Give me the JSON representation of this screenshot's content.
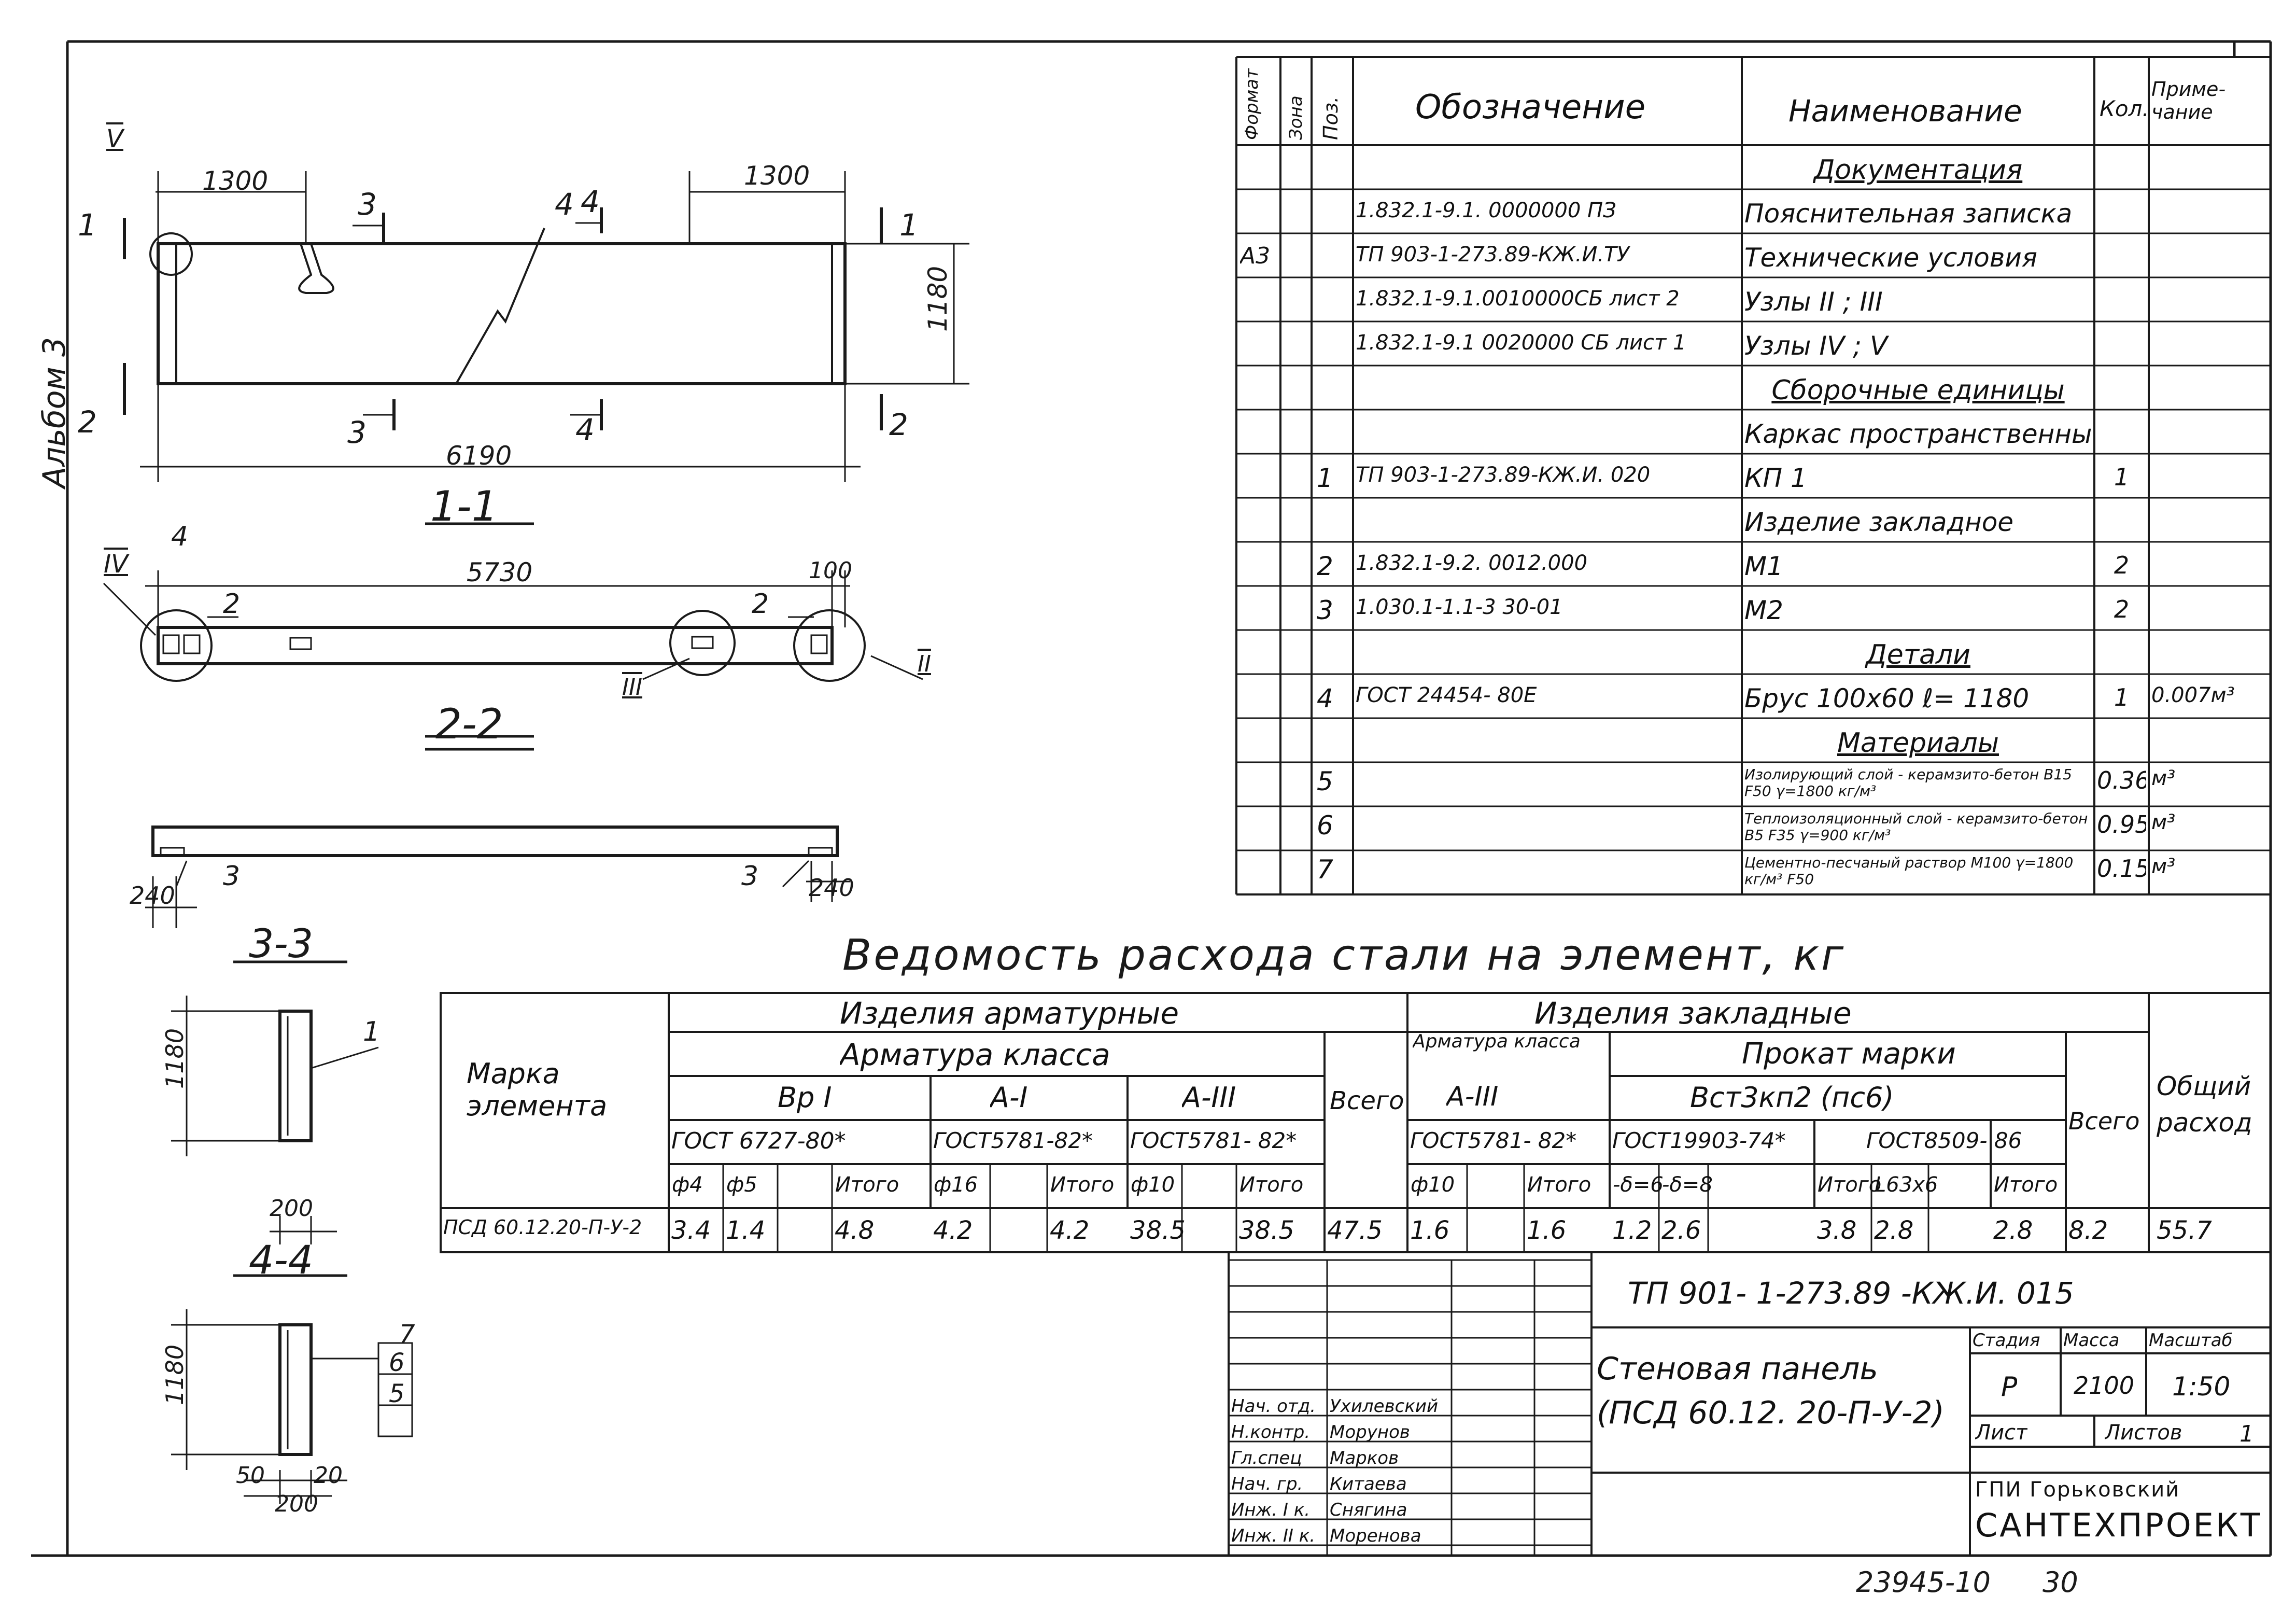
{
  "corner_mark": "Альбом 3",
  "drawing": {
    "plan_dims": {
      "d1300_left": "1300",
      "d1300_right": "1300",
      "d1180": "1180",
      "d6190": "6190"
    },
    "plan_marks": {
      "m_v": "V",
      "m_1_left": "1",
      "m_1_right": "1",
      "m_2_left": "2",
      "m_2_right": "2",
      "m_3_top": "3",
      "m_3_bottom": "3",
      "m_4_top": "4",
      "m_4_bottom": "4",
      "m_4_leader": "4"
    },
    "sec11": {
      "title": "1-1",
      "d5730": "5730",
      "d100": "100",
      "m_4": "4",
      "m_iv": "IV",
      "m_2a": "2",
      "m_2b": "2",
      "m_iii": "III",
      "m_ii": "II"
    },
    "sec22": {
      "title": "2-2",
      "d240a": "240",
      "d240b": "240",
      "m_3a": "3",
      "m_3b": "3"
    },
    "sec33": {
      "title": "3-3",
      "d1180": "1180",
      "m_1": "1"
    },
    "sec44": {
      "title": "4-4",
      "d200top": "200",
      "d1180": "1180",
      "d50": "50",
      "d20": "20",
      "d200bot": "200",
      "layers": [
        "7",
        "6",
        "5"
      ]
    }
  },
  "spec": {
    "headers": {
      "format": "Формат",
      "zone": "Зона",
      "pos": "Поз.",
      "designation": "Обозначение",
      "name": "Наименование",
      "qty": "Кол.",
      "note": "Приме-чание"
    },
    "rows": [
      {
        "fmt": "",
        "pos": "",
        "des": "",
        "name": "Документация",
        "qty": "",
        "note": "",
        "section": true
      },
      {
        "fmt": "",
        "pos": "",
        "des": "1.832.1-9.1. 0000000 ПЗ",
        "name": "Пояснительная записка",
        "qty": "",
        "note": ""
      },
      {
        "fmt": "А3",
        "pos": "",
        "des": "ТП 903-1-273.89-КЖ.И.ТУ",
        "name": "Технические условия",
        "qty": "",
        "note": ""
      },
      {
        "fmt": "",
        "pos": "",
        "des": "1.832.1-9.1.0010000СБ лист 2",
        "name": "Узлы II ; III",
        "qty": "",
        "note": ""
      },
      {
        "fmt": "",
        "pos": "",
        "des": "1.832.1-9.1 0020000 СБ лист 1",
        "name": "Узлы IV ; V",
        "qty": "",
        "note": ""
      },
      {
        "fmt": "",
        "pos": "",
        "des": "",
        "name": "Сборочные единицы",
        "qty": "",
        "note": "",
        "section": true
      },
      {
        "fmt": "",
        "pos": "",
        "des": "",
        "name": "Каркас пространственный",
        "qty": "",
        "note": ""
      },
      {
        "fmt": "",
        "pos": "1",
        "des": "ТП 903-1-273.89-КЖ.И. 020",
        "name": "КП 1",
        "qty": "1",
        "note": ""
      },
      {
        "fmt": "",
        "pos": "",
        "des": "",
        "name": "Изделие закладное",
        "qty": "",
        "note": ""
      },
      {
        "fmt": "",
        "pos": "2",
        "des": "1.832.1-9.2. 0012.000",
        "name": "М1",
        "qty": "2",
        "note": ""
      },
      {
        "fmt": "",
        "pos": "3",
        "des": "1.030.1-1.1-3 30-01",
        "name": "М2",
        "qty": "2",
        "note": ""
      },
      {
        "fmt": "",
        "pos": "",
        "des": "",
        "name": "Детали",
        "qty": "",
        "note": "",
        "section": true
      },
      {
        "fmt": "",
        "pos": "4",
        "des": "ГОСТ 24454- 80Е",
        "name": "Брус 100х60  ℓ= 1180",
        "qty": "1",
        "note": "0.007м³"
      },
      {
        "fmt": "",
        "pos": "",
        "des": "",
        "name": "Материалы",
        "qty": "",
        "note": "",
        "section": true
      },
      {
        "fmt": "",
        "pos": "5",
        "des": "",
        "name": "Изолирующий слой - керамзито-бетон В15 F50 γ=1800 кг/м³",
        "qty": "0.36",
        "note": "м³",
        "small": true
      },
      {
        "fmt": "",
        "pos": "6",
        "des": "",
        "name": "Теплоизоляционный слой - керамзито-бетон В5 F35 γ=900 кг/м³",
        "qty": "0.95",
        "note": "м³",
        "small": true
      },
      {
        "fmt": "",
        "pos": "7",
        "des": "",
        "name": "Цементно-песчаный раствор М100 γ=1800 кг/м³  F50",
        "qty": "0.15",
        "note": "м³",
        "small": true
      }
    ]
  },
  "steel": {
    "title": "Ведомость расхода стали на элемент, кг",
    "mark_header": "Марка элемента",
    "arm_group": "Изделия арматурные",
    "arm_class": "Арматура класса",
    "cls_bp": "Вр I",
    "cls_a1": "А-I",
    "cls_a3": "А-III",
    "gost_bp": "ГОСТ 6727-80*",
    "gost_a1": "ГОСТ5781-82*",
    "gost_a3": "ГОСТ5781- 82*",
    "total_arm": "Всего",
    "emb_group": "Изделия закладные",
    "emb_arm_class": "Арматура класса",
    "emb_a3": "А-III",
    "emb_gost_a3": "ГОСТ5781- 82*",
    "prokat": "Прокат марки",
    "prokat_mark": "Вст3кп2 (пс6)",
    "gost_19903": "ГОСТ19903-74*",
    "gost_8509": "ГОСТ8509- 86",
    "total_emb": "Всего",
    "grand_total": "Общий расход",
    "subheads": [
      "ф4",
      "ф5",
      "",
      "Итого",
      "ф16",
      "",
      "Итого",
      "ф10",
      "",
      "Итого",
      "",
      "ф10",
      "",
      "Итого",
      "-δ=6",
      "-δ=8",
      "",
      "Итого",
      "L63х6",
      "",
      "Итого",
      "",
      ""
    ],
    "row": [
      "ПСД 60.12.20-П-У-2",
      "3.4",
      "1.4",
      "",
      "4.8",
      "4.2",
      "",
      "4.2",
      "38.5",
      "",
      "38.5",
      "47.5",
      "1.6",
      "",
      "1.6",
      "1.2",
      "2.6",
      "",
      "3.8",
      "2.8",
      "",
      "2.8",
      "8.2",
      "55.7"
    ]
  },
  "titleblock": {
    "code": "ТП 901- 1-273.89   -КЖ.И.  015",
    "name_line1": "Стеновая панель",
    "name_line2": "(ПСД 60.12. 20-П-У-2)",
    "stage_h": "Стадия",
    "mass_h": "Масса",
    "scale_h": "Масштаб",
    "stage": "Р",
    "mass": "2100",
    "scale": "1:50",
    "sheet_h": "Лист",
    "sheets_h": "Листов",
    "sheets": "1",
    "org1": "ГПИ  Горьковский",
    "org2": "САНТЕХПРОЕКТ",
    "roles": [
      {
        "role": "Нач. отд.",
        "name": "Ухилевский"
      },
      {
        "role": "Н.контр.",
        "name": "Морунов"
      },
      {
        "role": "Гл.спец",
        "name": "Марков"
      },
      {
        "role": "Нач. гр.",
        "name": "Китаева"
      },
      {
        "role": "Инж. I к.",
        "name": "Снягина"
      },
      {
        "role": "Инж. II к.",
        "name": "Моренова"
      }
    ]
  },
  "footer": {
    "doc_no": "23945-10",
    "page": "30"
  }
}
